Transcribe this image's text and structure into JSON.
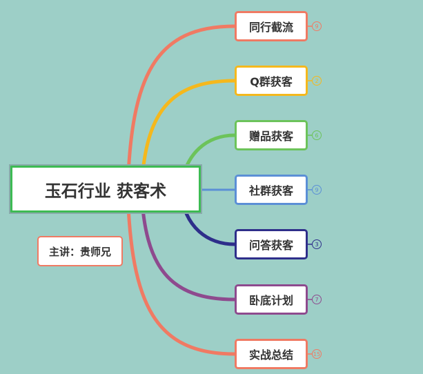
{
  "title": "玉石行业 获客术",
  "subtitle": "主讲：贵师兄",
  "branches": [
    {
      "label": "同行截流",
      "count": "9",
      "color": "#f07a63"
    },
    {
      "label": "Q群获客",
      "count": "2",
      "color": "#f5b81c"
    },
    {
      "label": "赠品获客",
      "count": "6",
      "color": "#6cc35a"
    },
    {
      "label": "社群获客",
      "count": "9",
      "color": "#5b8fd6"
    },
    {
      "label": "问答获客",
      "count": "3",
      "color": "#2e2e8a"
    },
    {
      "label": "卧底计划",
      "count": "7",
      "color": "#8e4a8e"
    },
    {
      "label": "实战总结",
      "count": "15",
      "color": "#f07a63"
    }
  ]
}
